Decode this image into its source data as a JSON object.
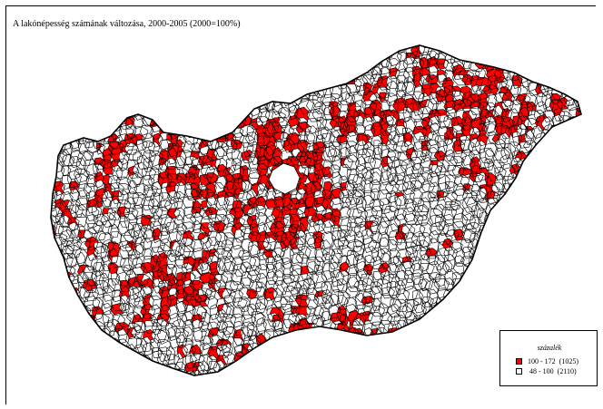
{
  "title": "A lakónépesség számának változása, 2000-2005 (2000=100%)",
  "colors": {
    "increase": "#ff0000",
    "decrease": "#ffffff",
    "outline": "#000000"
  },
  "legend": {
    "title": "százalék",
    "classes": [
      {
        "label": "100 - 172  (1025)",
        "color": "#ff0000"
      },
      {
        "label": " 48 - 100  (2110)",
        "color": "#ffffff"
      }
    ]
  }
}
